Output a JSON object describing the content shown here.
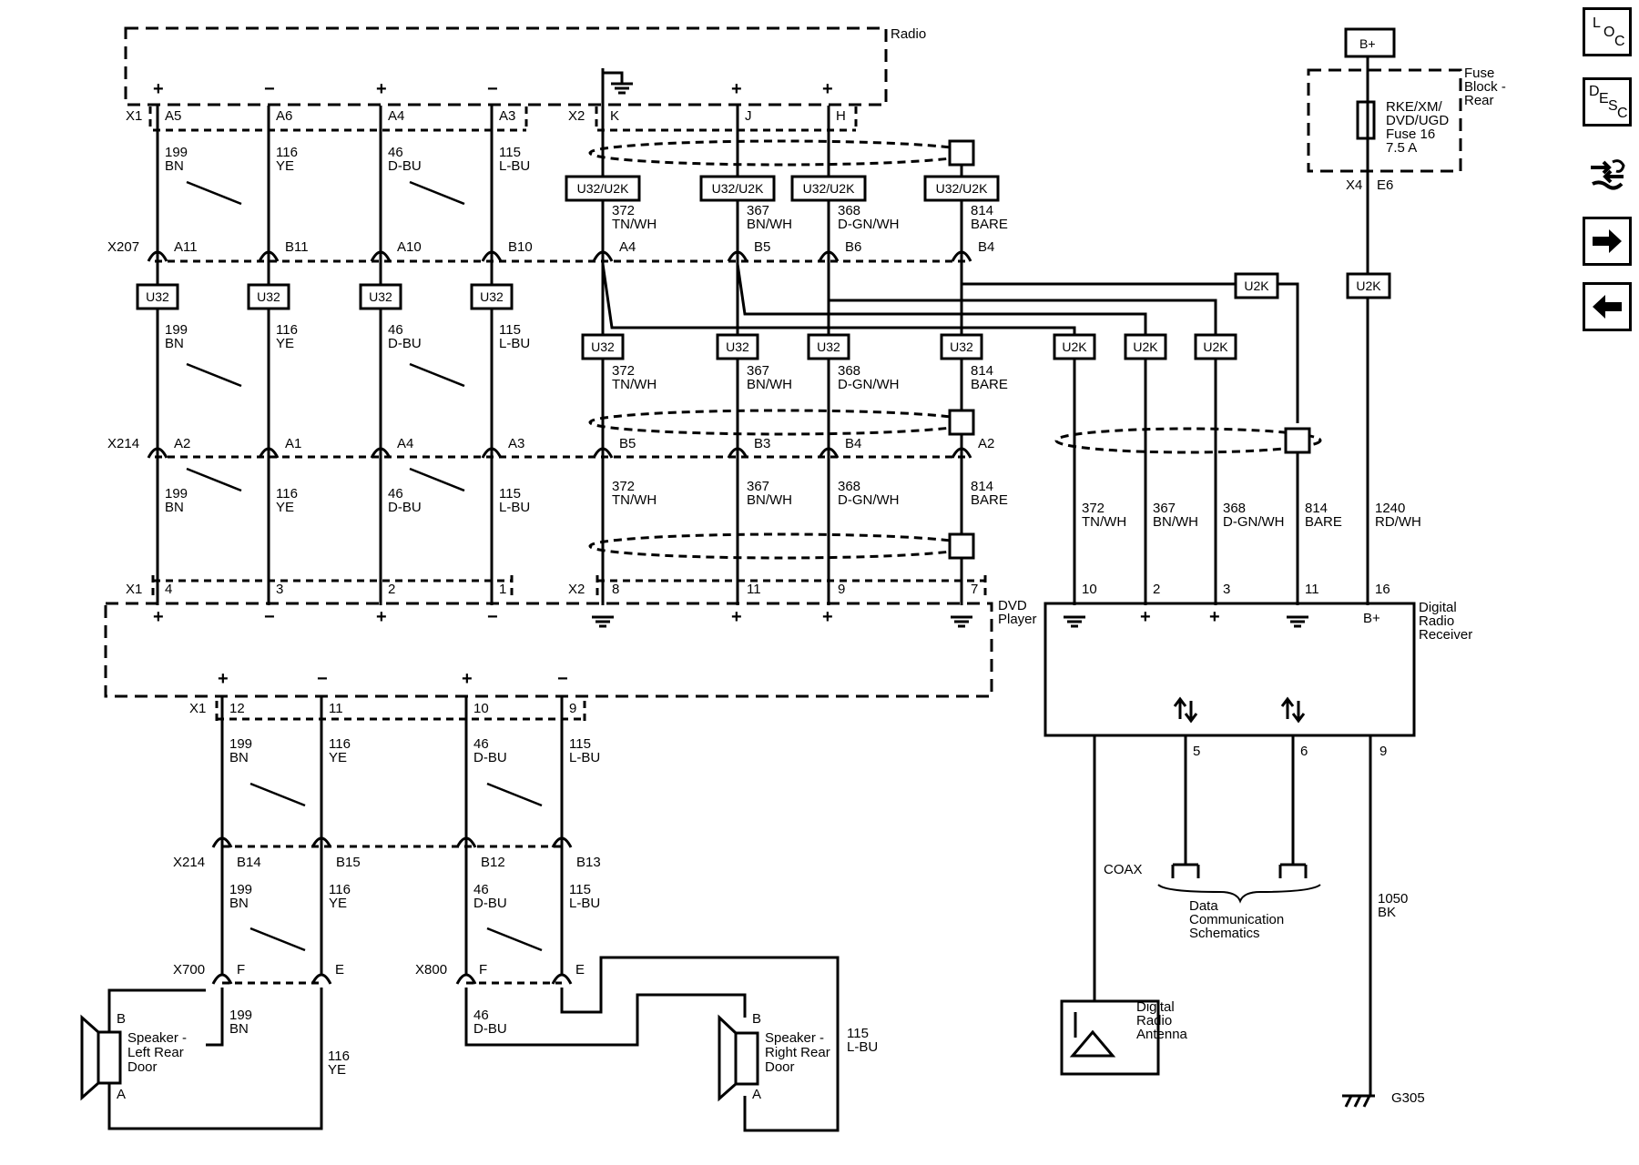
{
  "components": {
    "radio": "Radio",
    "dvd_player": [
      "DVD",
      "Player"
    ],
    "digital_radio_receiver": [
      "Digital",
      "Radio",
      "Receiver"
    ],
    "fuse_block": [
      "Fuse",
      "Block -",
      "Rear"
    ],
    "fuse": [
      "RKE/XM/",
      "DVD/UGD",
      "Fuse 16",
      "7.5 A"
    ],
    "bplus": "B+",
    "antenna": [
      "Digital",
      "Radio",
      "Antenna"
    ],
    "left_speaker": [
      "Speaker -",
      "Left Rear",
      "Door"
    ],
    "right_speaker": [
      "Speaker -",
      "Right Rear",
      "Door"
    ],
    "data_comm": [
      "Data",
      "Communication",
      "Schematics"
    ],
    "ground": "G305",
    "coax": "COAX"
  },
  "connectors": {
    "radio_x1": {
      "name": "X1",
      "pins": [
        "A5",
        "A6",
        "A4",
        "A3"
      ]
    },
    "radio_x2": {
      "name": "X2",
      "pins": [
        "K",
        "J",
        "H"
      ]
    },
    "x207": {
      "name": "X207",
      "pins": [
        "A11",
        "B11",
        "A10",
        "B10",
        "A4",
        "B5",
        "B6",
        "B4"
      ]
    },
    "x214": {
      "name": "X214",
      "pins": [
        "A2",
        "A1",
        "A4",
        "A3",
        "B5",
        "B3",
        "B4",
        "A2"
      ]
    },
    "dvd_x1": {
      "name": "X1",
      "pins": [
        "4",
        "3",
        "2",
        "1"
      ]
    },
    "dvd_x2": {
      "name": "X2",
      "pins": [
        "8",
        "11",
        "9",
        "7"
      ]
    },
    "dvd_x1_out": {
      "name": "X1",
      "pins": [
        "12",
        "11",
        "10",
        "9"
      ]
    },
    "x214_lower": {
      "name": "X214",
      "pins": [
        "B14",
        "B15",
        "B12",
        "B13"
      ]
    },
    "x700": {
      "name": "X700",
      "pins": [
        "F",
        "E"
      ]
    },
    "x800": {
      "name": "X800",
      "pins": [
        "F",
        "E"
      ]
    },
    "fuse_x4": {
      "name": "X4",
      "pin": "E6"
    },
    "receiver_pins": [
      "10",
      "2",
      "3",
      "11",
      "16"
    ],
    "receiver_bottom_pins": [
      "5",
      "6",
      "9"
    ],
    "speaker_pins": [
      "B",
      "A"
    ]
  },
  "wires": {
    "speaker_left_top": [
      {
        "circuit": "199",
        "color": "BN"
      },
      {
        "circuit": "116",
        "color": "YE"
      },
      {
        "circuit": "46",
        "color": "D-BU"
      },
      {
        "circuit": "115",
        "color": "L-BU"
      }
    ],
    "signal": [
      {
        "circuit": "372",
        "color": "TN/WH"
      },
      {
        "circuit": "367",
        "color": "BN/WH"
      },
      {
        "circuit": "368",
        "color": "D-GN/WH"
      },
      {
        "circuit": "814",
        "color": "BARE"
      }
    ],
    "receiver_power": {
      "circuit": "1240",
      "color": "RD/WH"
    },
    "ground_wire": {
      "circuit": "1050",
      "color": "BK"
    }
  },
  "option_codes": {
    "u32": "U32",
    "u2k": "U2K",
    "u32_u2k": "U32/U2K"
  },
  "polarity": {
    "plus": "+",
    "minus": "−"
  },
  "nav": [
    {
      "name": "loc-button",
      "icon": "loc-icon",
      "letters": [
        "L",
        "O",
        "C"
      ]
    },
    {
      "name": "desc-button",
      "icon": "desc-icon",
      "letters": [
        "D",
        "E",
        "S",
        "C"
      ]
    },
    {
      "name": "wiring-harness-button",
      "icon": "harness-icon"
    },
    {
      "name": "next-button",
      "icon": "arrow-right-icon"
    },
    {
      "name": "previous-button",
      "icon": "arrow-left-icon"
    }
  ]
}
